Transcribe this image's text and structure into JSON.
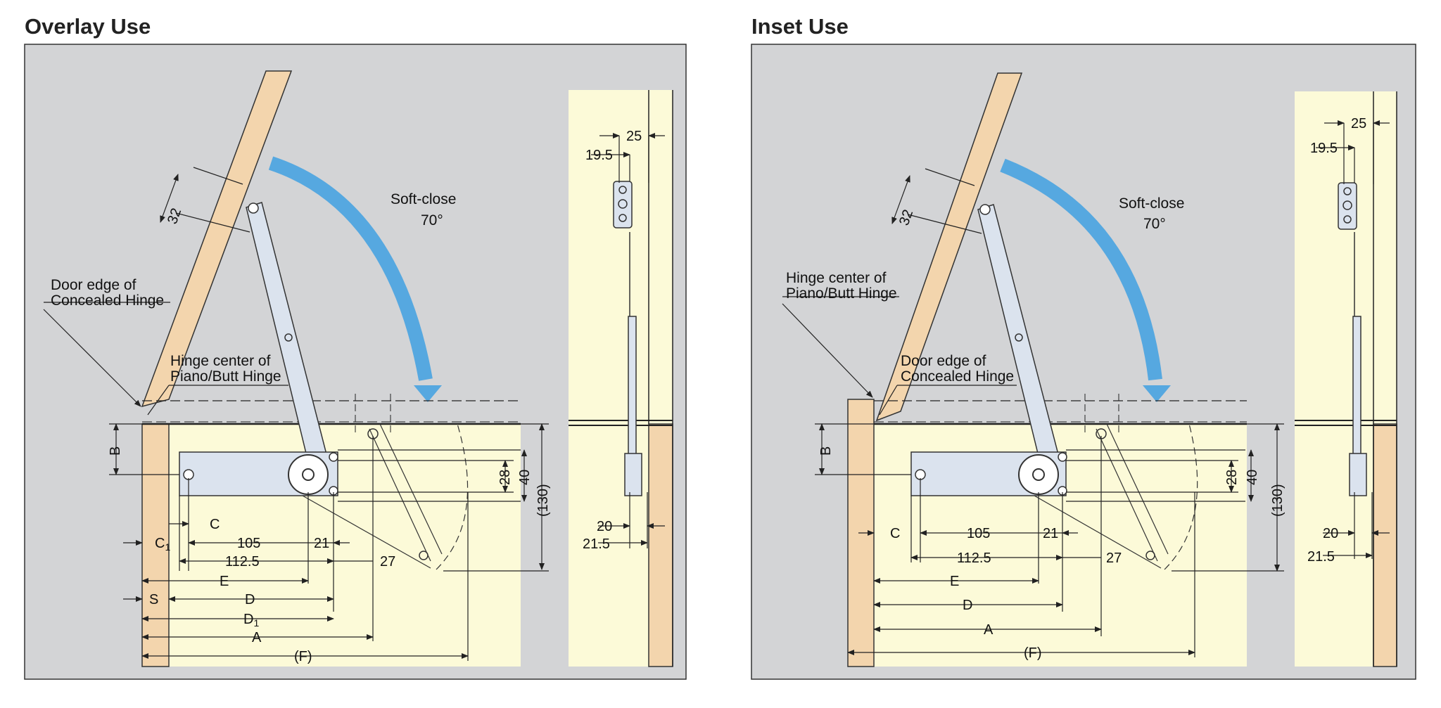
{
  "panels": [
    {
      "title": "Overlay Use",
      "softclose": "Soft-close",
      "angle": "70°",
      "callout_door": [
        "Door edge of",
        "Concealed Hinge"
      ],
      "callout_hinge": [
        "Hinge center of",
        "Piano/Butt Hinge"
      ],
      "dims": {
        "d32": "32",
        "d25": "25",
        "d19_5": "19.5",
        "d20": "20",
        "d21_5": "21.5",
        "B": "B",
        "d28": "28",
        "d40": "40",
        "d130": "(130)",
        "C": "C",
        "C1": "C",
        "C1_sub": "1",
        "d105": "105",
        "d21": "21",
        "d112_5": "112.5",
        "d27": "27",
        "E": "E",
        "S": "S",
        "D": "D",
        "D1": "D",
        "D1_sub": "1",
        "A": "A",
        "F": "(F)"
      }
    },
    {
      "title": "Inset Use",
      "softclose": "Soft-close",
      "angle": "70°",
      "callout_hinge": [
        "Hinge center of",
        "Piano/Butt Hinge"
      ],
      "callout_door": [
        "Door edge of",
        "Concealed Hinge"
      ],
      "dims": {
        "d32": "32",
        "d25": "25",
        "d19_5": "19.5",
        "d20": "20",
        "d21_5": "21.5",
        "B": "B",
        "d28": "28",
        "d40": "40",
        "d130": "(130)",
        "C": "C",
        "d105": "105",
        "d21": "21",
        "d112_5": "112.5",
        "d27": "27",
        "E": "E",
        "D": "D",
        "A": "A",
        "F": "(F)"
      }
    }
  ],
  "colors": {
    "background": "#d3d4d6",
    "wood": "#f3d5ad",
    "cabinet": "#fcfad8",
    "arrow": "#56a8e0",
    "metal": "#dbe3ee",
    "line": "#222222"
  }
}
